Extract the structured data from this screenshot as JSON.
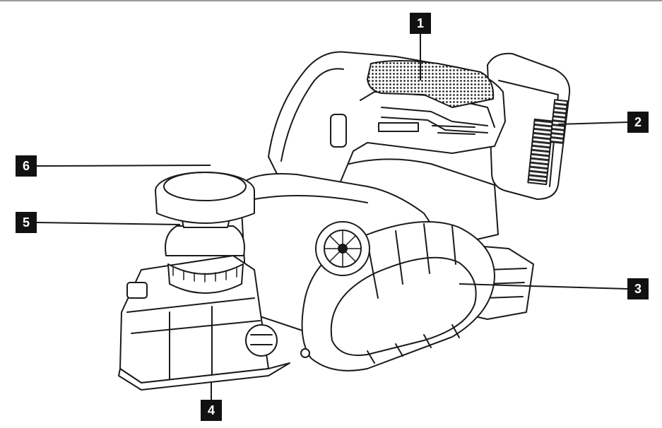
{
  "callouts": [
    {
      "label": "1",
      "part": "handle-grip"
    },
    {
      "label": "2",
      "part": "battery-pack"
    },
    {
      "label": "3",
      "part": "side-cover"
    },
    {
      "label": "4",
      "part": "base-shoe"
    },
    {
      "label": "5",
      "part": "depth-adjustment-knob"
    },
    {
      "label": "6",
      "part": "front-edge"
    }
  ],
  "brand_mark": "",
  "colors": {
    "callout_bg": "#111111",
    "callout_text": "#ffffff",
    "line": "#1a1a1a",
    "fill": "#ffffff",
    "grip_texture": "#2a2a2a"
  }
}
